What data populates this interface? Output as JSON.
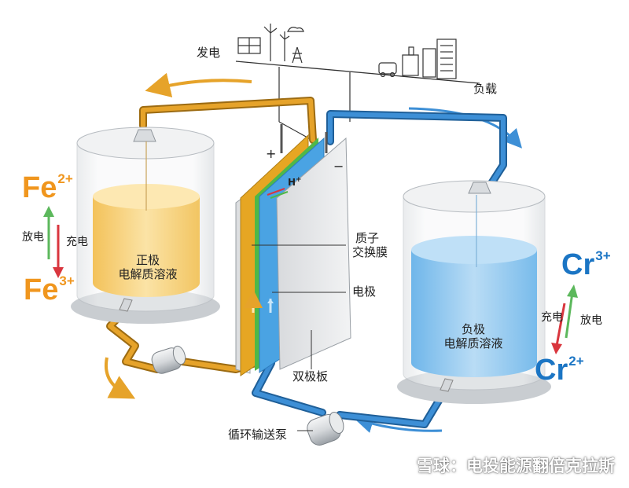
{
  "labels": {
    "generation": "发电",
    "load": "负载",
    "positive_electrolyte": [
      "正极",
      "电解质溶液"
    ],
    "negative_electrolyte": [
      "负极",
      "电解质溶液"
    ],
    "membrane": [
      "质子",
      "交换膜"
    ],
    "electrode": "电极",
    "bipolar_plate": "双极板",
    "pump": "循环输送泵",
    "plus": "+",
    "minus": "−",
    "proton": "H",
    "proton_charge": "+"
  },
  "iron": {
    "top_symbol": "Fe",
    "top_charge": "2+",
    "bottom_symbol": "Fe",
    "bottom_charge": "3+",
    "discharge": "放电",
    "charge": "充电"
  },
  "chromium": {
    "top_symbol": "Cr",
    "top_charge": "3+",
    "bottom_symbol": "Cr",
    "bottom_charge": "2+",
    "charge": "充电",
    "discharge": "放电"
  },
  "watermark": "雪球：电投能源翻倍克拉斯",
  "colors": {
    "orange_pipe": "#e6a32a",
    "blue_pipe": "#3d8fd6",
    "positive_liquid": "#f7d37c",
    "negative_liquid": "#8cc6ef",
    "membrane": "#4fb848",
    "arrow_green": "#5cb85c",
    "arrow_red": "#d9363e"
  }
}
